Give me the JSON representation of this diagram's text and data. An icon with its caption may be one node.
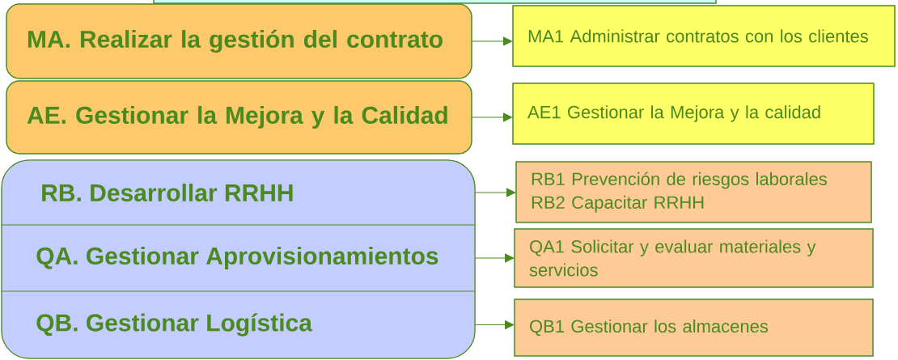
{
  "diagram": {
    "nodes": [
      {
        "text": [
          "MA. Realizar la gestión del contrato"
        ]
      },
      {
        "text": [
          "MA1 Administrar contratos con los clientes"
        ]
      },
      {
        "text": [
          "AE. Gestionar la Mejora y la Calidad"
        ]
      },
      {
        "text": [
          "AE1 Gestionar la Mejora y la  calidad"
        ]
      },
      {
        "text": [],
        "shape": "box"
      },
      {
        "text": [
          "RB. Desarrollar RRHH"
        ],
        "in": 4
      },
      {
        "text": [
          "QA. Gestionar Aprovisionamientos"
        ],
        "in": 4
      },
      {
        "text": [
          "QB. Gestionar Logística"
        ],
        "in": 4
      },
      {
        "text": [
          "RB1  Prevención de riesgos laborales",
          "RB2 Capacitar RRHH"
        ]
      },
      {
        "text": [
          "QA1  Solicitar y evaluar materiales y servicios"
        ]
      },
      {
        "text": [
          "QB1  Gestionar los almacenes"
        ]
      }
    ],
    "edges": [
      {
        "from": 0,
        "to": 1,
        "arrow": "to"
      },
      {
        "from": 2,
        "to": 3,
        "arrow": "to"
      },
      {
        "from": 5,
        "to": 8,
        "arrow": "to"
      },
      {
        "from": 6,
        "to": 9,
        "arrow": "to"
      },
      {
        "from": 7,
        "to": 10,
        "arrow": "to"
      }
    ]
  }
}
